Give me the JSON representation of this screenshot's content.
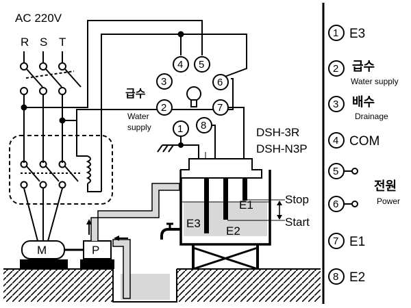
{
  "title": "AC 220V",
  "phases": [
    "R",
    "S",
    "T"
  ],
  "terminals": [
    "1",
    "2",
    "3",
    "4",
    "5",
    "6",
    "7",
    "8"
  ],
  "water_supply_kr": "급수",
  "water_supply_en_1": "Water",
  "water_supply_en_2": "supply",
  "model_1": "DSH-3R",
  "model_2": "DSH-N3P",
  "motor": "M",
  "pump": "P",
  "electrodes": {
    "e1": "E1",
    "e2": "E2",
    "e3": "E3"
  },
  "levels": {
    "stop": "Stop",
    "start": "Start"
  },
  "legend": [
    {
      "num": "1",
      "label": "E3",
      "sub": ""
    },
    {
      "num": "2",
      "label": "급수",
      "sub": "Water supply"
    },
    {
      "num": "3",
      "label": "배수",
      "sub": "Drainage"
    },
    {
      "num": "4",
      "label": "COM",
      "sub": ""
    },
    {
      "num": "5",
      "label": "",
      "sub": ""
    },
    {
      "num": "6",
      "label": "",
      "sub": ""
    },
    {
      "num": "7",
      "label": "E1",
      "sub": ""
    },
    {
      "num": "8",
      "label": "E2",
      "sub": ""
    }
  ],
  "power_kr": "전원",
  "power_en": "Power"
}
